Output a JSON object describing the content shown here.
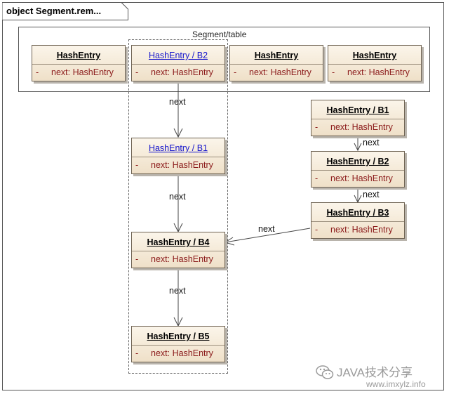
{
  "frame": {
    "title": "object Segment.rem..."
  },
  "table": {
    "label": "Segment/table"
  },
  "nodes": {
    "t0": {
      "title": "HashEntry",
      "link": false
    },
    "t1": {
      "title": "HashEntry / B2",
      "link": true
    },
    "t2": {
      "title": "HashEntry",
      "link": false
    },
    "t3": {
      "title": "HashEntry",
      "link": false
    },
    "b1new": {
      "title": "HashEntry / B1",
      "link": true
    },
    "b4": {
      "title": "HashEntry / B4",
      "link": false
    },
    "b5": {
      "title": "HashEntry / B5",
      "link": false
    },
    "rb1": {
      "title": "HashEntry / B1",
      "link": false
    },
    "rb2": {
      "title": "HashEntry / B2",
      "link": false
    },
    "rb3": {
      "title": "HashEntry / B3",
      "link": false
    }
  },
  "attribute": {
    "visibility": "-",
    "text": "next:  HashEntry"
  },
  "edges": {
    "label": "next"
  },
  "watermark": {
    "line1": "JAVA技术分享",
    "line2": "www.imxylz.info",
    "icon": "wechat-icon"
  }
}
